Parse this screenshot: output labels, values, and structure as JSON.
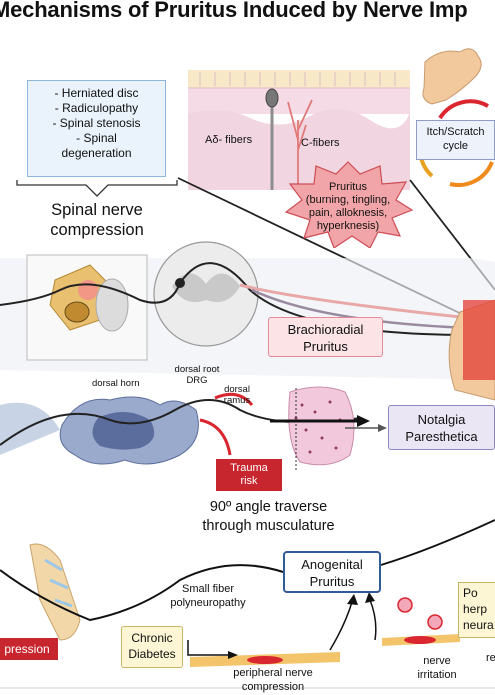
{
  "title": "Mechanisms of Pruritus Induced by Nerve Imp",
  "conditions": [
    "- Herniated disc",
    "- Radiculopathy",
    "- Spinal stenosis",
    "- Spinal",
    "degeneration"
  ],
  "spinal_label": [
    "Spinal nerve",
    "compression"
  ],
  "skin": {
    "a_delta": "Aδ- fibers",
    "c_fibers": "C-fibers"
  },
  "pruritus_star": [
    "Pruritus",
    "(burning, tingling,",
    "pain, alloknesis,",
    "hyperknesis)"
  ],
  "itch_cycle": [
    "Itch/Scratch",
    "cycle"
  ],
  "brachioradial": [
    "Brachioradial",
    "Pruritus"
  ],
  "cord_labels": {
    "dorsal_horn": "dorsal horn",
    "dorsal_root": "dorsal root",
    "drg": "DRG",
    "dorsal_ramus_1": "dorsal",
    "dorsal_ramus_2": "ramus"
  },
  "trauma": [
    "Trauma",
    "risk"
  ],
  "angle": [
    "90º angle traverse",
    "through musculature"
  ],
  "notalgia": [
    "Notalgia",
    "Paresthetica"
  ],
  "anogenital": [
    "Anogenital",
    "Pruritus"
  ],
  "small_fiber": [
    "Small fiber",
    "polyneuropathy"
  ],
  "chronic": [
    "Chronic",
    "Diabetes"
  ],
  "peripheral": [
    "peripheral nerve",
    "compression"
  ],
  "postherp": [
    "Po",
    "herp",
    "neura"
  ],
  "nerve_irritation": [
    "nerve",
    "irritation"
  ],
  "compression_tag": "pression",
  "partial_re": "re",
  "colors": {
    "skin_pink": "#f1d5e0",
    "cream": "#f7e9c8",
    "nerve_red": "#d9262f",
    "cord_blue": "#7b8fb8",
    "box_blue": "#2e5c95"
  }
}
